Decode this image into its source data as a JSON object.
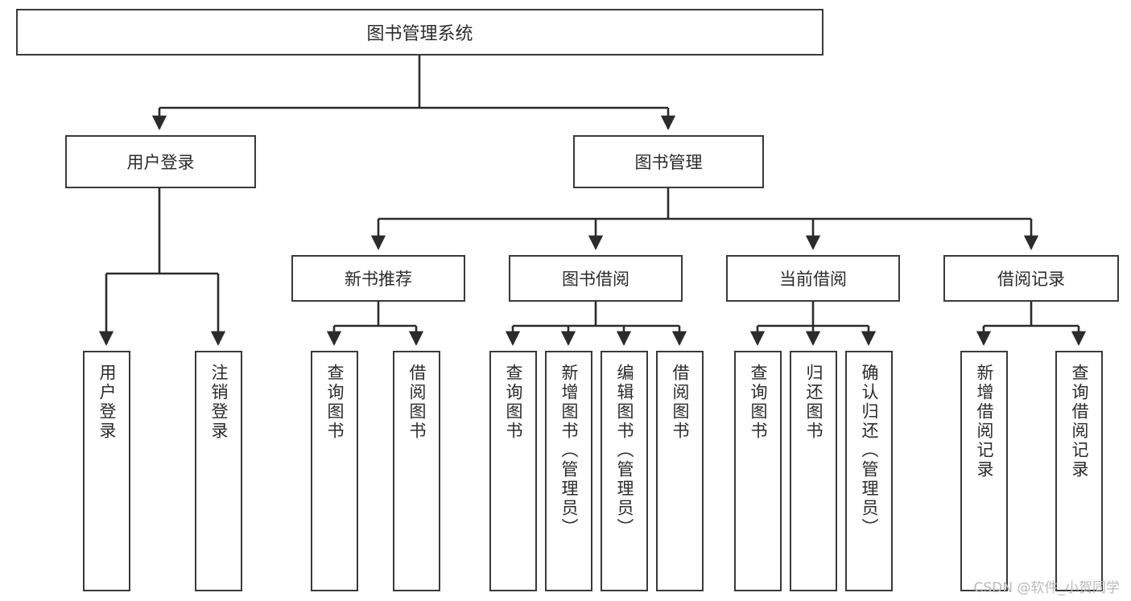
{
  "diagram": {
    "title": "图书管理系统",
    "type": "tree-hierarchy",
    "watermark": "CSDN @软件_小贺同学",
    "colors": {
      "box_border": "#3a3a3a",
      "box_fill": "#ffffff",
      "connector": "#2b2b2b",
      "text": "#2b2b2b",
      "watermark": "#b9b9b9",
      "background": "#ffffff"
    },
    "root": {
      "label": "图书管理系统"
    },
    "level1": [
      {
        "label": "用户登录"
      },
      {
        "label": "图书管理"
      }
    ],
    "level2": [
      {
        "label": "新书推荐"
      },
      {
        "label": "图书借阅"
      },
      {
        "label": "当前借阅"
      },
      {
        "label": "借阅记录"
      }
    ],
    "leaves": {
      "user_login": [
        {
          "label": "用户登录"
        },
        {
          "label": "注销登录"
        }
      ],
      "new_book_recommend": [
        {
          "label": "查询图书"
        },
        {
          "label": "借阅图书"
        }
      ],
      "book_borrow": [
        {
          "label": "查询图书"
        },
        {
          "label": "新增图书（管理员）"
        },
        {
          "label": "编辑图书（管理员）"
        },
        {
          "label": "借阅图书"
        }
      ],
      "current_borrow": [
        {
          "label": "查询图书"
        },
        {
          "label": "归还图书"
        },
        {
          "label": "确认归还（管理员）"
        }
      ],
      "borrow_record": [
        {
          "label": "新增借阅记录"
        },
        {
          "label": "查询借阅记录"
        }
      ]
    }
  }
}
